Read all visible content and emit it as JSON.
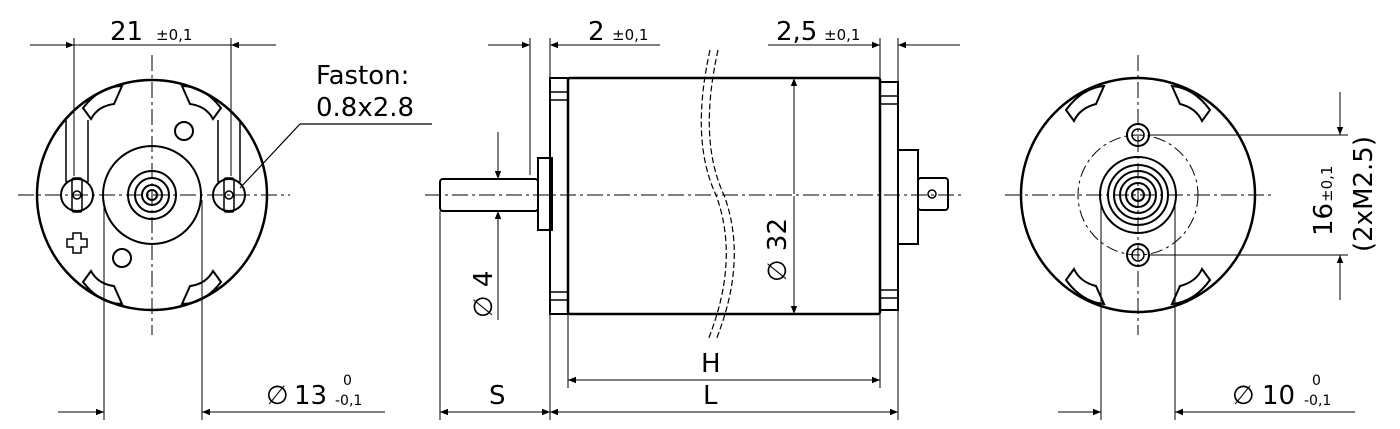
{
  "front_view": {
    "width_value": "21",
    "width_tol": "±0,1",
    "faston_label": "Faston:",
    "faston_size": "0.8x2.8",
    "collar_dia_symbol": "∅",
    "collar_dia_value": "13",
    "collar_tol_upper": "0",
    "collar_tol_lower": "-0,1"
  },
  "side_view": {
    "flange_value": "2",
    "flange_tol": "±0,1",
    "rear_value": "2,5",
    "rear_tol": "±0,1",
    "shaft_dia": "∅ 4",
    "body_dia": "∅ 32",
    "h_label": "H",
    "l_label": "L",
    "s_label": "S"
  },
  "rear_view": {
    "hole_spacing_value": "16",
    "hole_spacing_tol": "±0,1",
    "thread_label": "(2xM2.5)",
    "hub_dia_symbol": "∅",
    "hub_dia_value": "10",
    "hub_tol_upper": "0",
    "hub_tol_lower": "-0,1"
  }
}
